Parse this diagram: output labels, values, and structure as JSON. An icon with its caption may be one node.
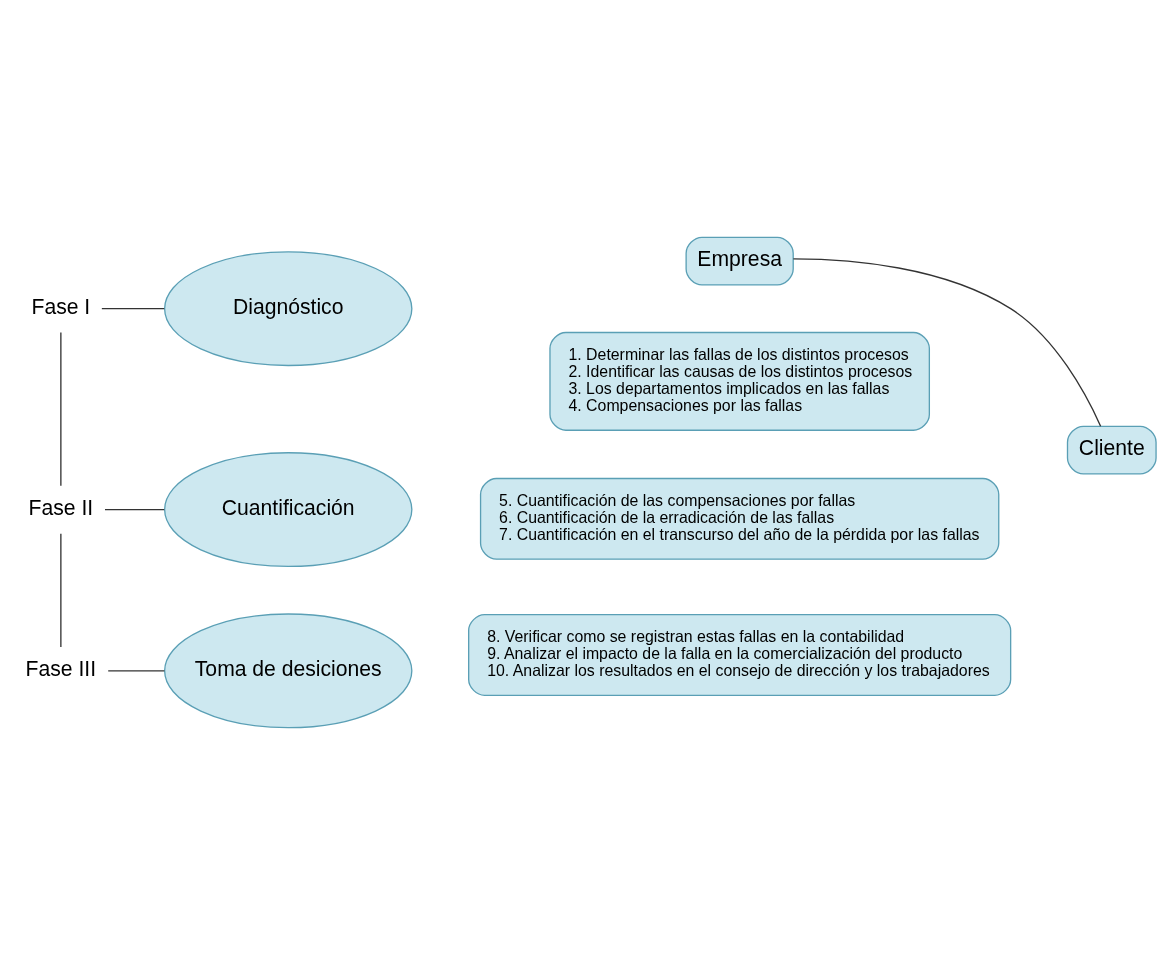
{
  "diagram": {
    "nodes": [
      {
        "text": [
          "Empresa"
        ]
      },
      {
        "text": [
          "Cliente"
        ]
      },
      {
        "text": [
          "Fase I"
        ]
      },
      {
        "text": [
          "Diagnóstico"
        ]
      },
      {
        "text": [
          "1. Determinar las fallas de los distintos procesos",
          "2. Identificar las causas de los distintos procesos",
          "3. Los departamentos implicados en las fallas",
          "4. Compensaciones por las fallas"
        ]
      },
      {
        "text": [
          "Fase II"
        ]
      },
      {
        "text": [
          "Cuantificación"
        ]
      },
      {
        "text": [
          "5. Cuantificación de las compensaciones por fallas",
          "6. Cuantificación de la erradicación de las fallas",
          "7. Cuantificación en el transcurso del año de la pérdida por las fallas"
        ]
      },
      {
        "text": [
          "Fase III"
        ]
      },
      {
        "text": [
          "Toma de desiciones"
        ]
      },
      {
        "text": [
          "8. Verificar como se registran estas fallas en la contabilidad",
          "9. Analizar el impacto de la falla en la comercialización del producto",
          "10. Analizar los resultados en el consejo de dirección y los trabajadores"
        ]
      }
    ],
    "edges": [
      {
        "from": 0,
        "to": 1,
        "arrow": "none"
      },
      {
        "from": 2,
        "to": 3,
        "arrow": "none"
      },
      {
        "from": 5,
        "to": 6,
        "arrow": "none"
      },
      {
        "from": 8,
        "to": 9,
        "arrow": "none"
      },
      {
        "from": 2,
        "to": 5,
        "arrow": "none"
      },
      {
        "from": 5,
        "to": 8,
        "arrow": "none"
      }
    ]
  }
}
